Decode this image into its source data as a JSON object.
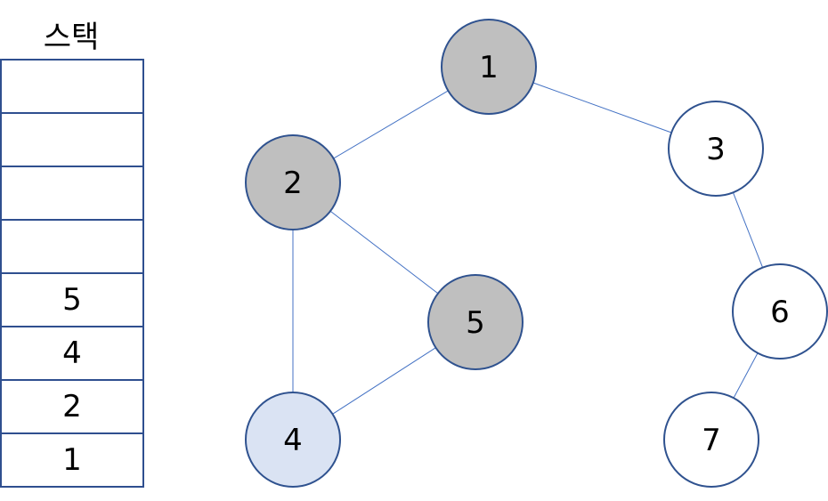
{
  "stack": {
    "title": "스택",
    "cells": [
      "",
      "",
      "",
      "",
      "5",
      "4",
      "2",
      "1"
    ]
  },
  "colors": {
    "visited": "#bfbfbf",
    "current": "#dae3f3",
    "unvisited": "#ffffff",
    "edge": "#4472c4",
    "node_border": "#2f528f"
  },
  "graph": {
    "nodes": [
      {
        "id": "1",
        "label": "1",
        "state": "visited"
      },
      {
        "id": "2",
        "label": "2",
        "state": "visited"
      },
      {
        "id": "3",
        "label": "3",
        "state": "unvisited"
      },
      {
        "id": "4",
        "label": "4",
        "state": "current"
      },
      {
        "id": "5",
        "label": "5",
        "state": "visited"
      },
      {
        "id": "6",
        "label": "6",
        "state": "unvisited"
      },
      {
        "id": "7",
        "label": "7",
        "state": "unvisited"
      }
    ],
    "edges": [
      {
        "from": "1",
        "to": "2"
      },
      {
        "from": "1",
        "to": "3"
      },
      {
        "from": "2",
        "to": "5"
      },
      {
        "from": "2",
        "to": "4"
      },
      {
        "from": "4",
        "to": "5"
      },
      {
        "from": "3",
        "to": "6"
      },
      {
        "from": "6",
        "to": "7"
      }
    ]
  }
}
